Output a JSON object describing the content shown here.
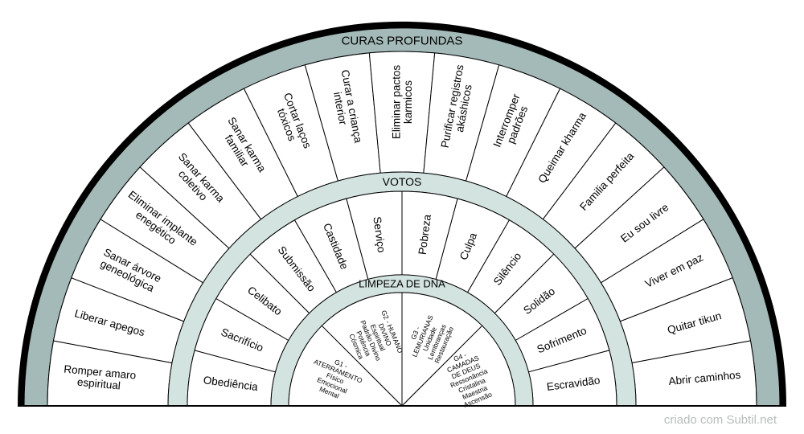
{
  "watermark": {
    "text": "criado com Subtil.net"
  },
  "colors": {
    "rim": "#000000",
    "outer_band": "#a4bab8",
    "light_band": "#d3e4e0",
    "wedge_fill": "#ffffff",
    "line": "#000000",
    "text": "#000000",
    "watermark_text": "#b9bdbd"
  },
  "outer_ring": {
    "title": "CURAS PROFUNDAS",
    "segments": [
      [
        "Romper amaro",
        "espiritual"
      ],
      [
        "Liberar apegos"
      ],
      [
        "Sanar árvore",
        "geneológica"
      ],
      [
        "Eliminar implante",
        "enegético"
      ],
      [
        "Sanar karma",
        "coletivo"
      ],
      [
        "Sanar karma",
        "familiar"
      ],
      [
        "Cortar laços",
        "tóxicos"
      ],
      [
        "Curar a criança",
        "interior"
      ],
      [
        "Eliminar pactos",
        "karmicos"
      ],
      [
        "Purificar registros",
        "akáshicos"
      ],
      [
        "Interromper",
        "padrões"
      ],
      [
        "Queimar kharma"
      ],
      [
        "Familia perfeita"
      ],
      [
        "Eu sou livre"
      ],
      [
        "Viver em paz"
      ],
      [
        "Quitar tikun"
      ],
      [
        "Abrir caminhos"
      ]
    ]
  },
  "votos_ring": {
    "title": "VOTOS",
    "segments": [
      [
        "Obediência"
      ],
      [
        "Sacrifício"
      ],
      [
        "Celibato"
      ],
      [
        "Submissão"
      ],
      [
        "Castidade"
      ],
      [
        "Serviço"
      ],
      [
        "Pobreza"
      ],
      [
        "Culpa"
      ],
      [
        "Silêncio"
      ],
      [
        "Solidão"
      ],
      [
        "Sofrimento"
      ],
      [
        "Escravidão"
      ]
    ]
  },
  "dna_ring": {
    "title": "LIMPEZA DE DNA",
    "groups": [
      {
        "lines": [
          "G1 -",
          "ATERRAMENTO",
          "Físico",
          "Emocional",
          "Mental"
        ]
      },
      {
        "lines": [
          "G2 - HUMANO",
          "DIVINO",
          "Espiritual",
          "Padrão Divino",
          "Potência",
          "Cósmica"
        ]
      },
      {
        "lines": [
          "G3 -",
          "LEMURIANAS",
          "Unidade",
          "Lembranças",
          "Restauração"
        ]
      },
      {
        "lines": [
          "G4 -",
          "CAMADAS",
          "DE DEUS",
          "Ressonância",
          "Cristalina",
          "Maestria",
          "Ascensão"
        ]
      }
    ]
  }
}
